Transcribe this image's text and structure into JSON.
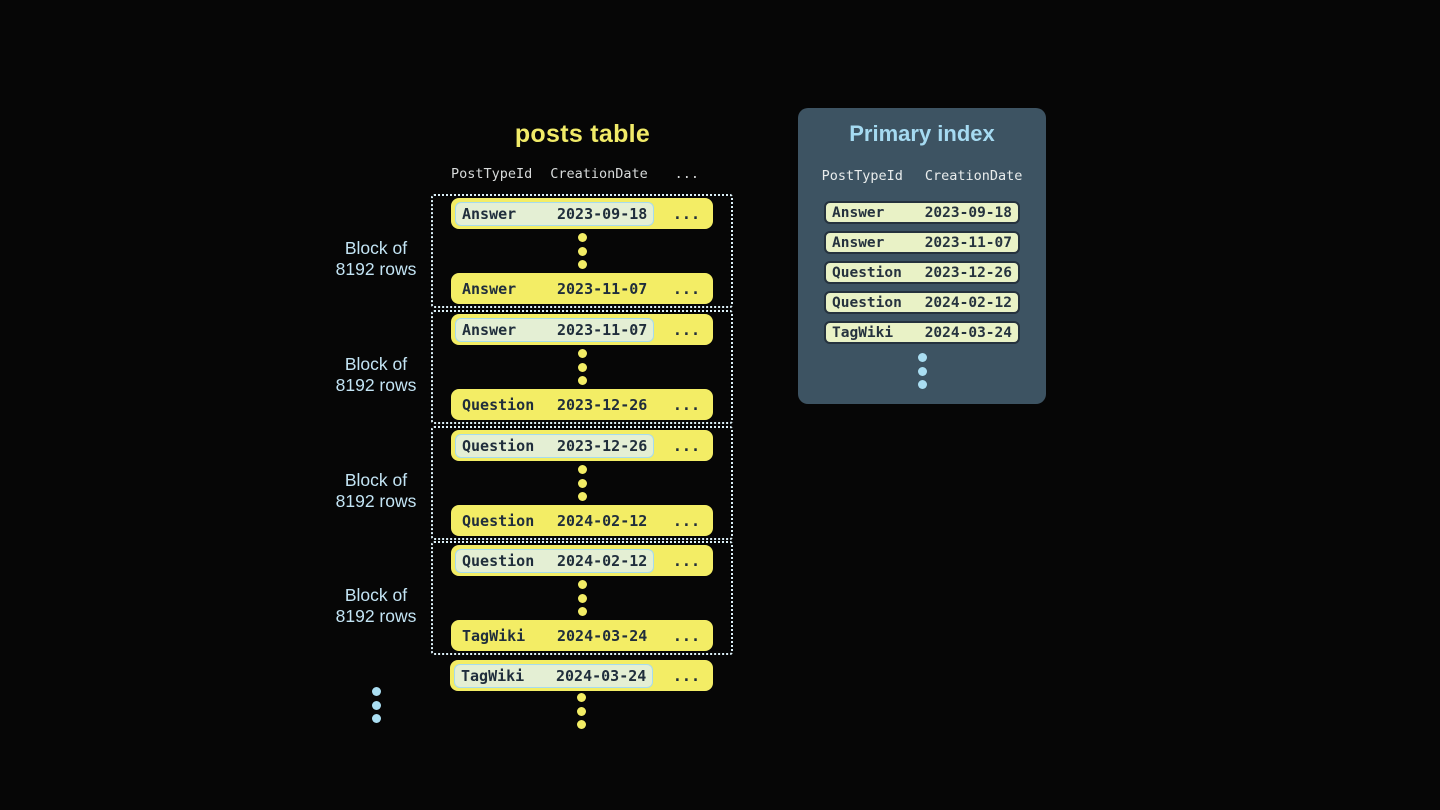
{
  "posts_table": {
    "title": "posts table",
    "columns": {
      "col1": "PostTypeId",
      "col2": "CreationDate",
      "col3": "..."
    },
    "block_label": {
      "line1": "Block of",
      "line2": "8192 rows"
    },
    "blocks": [
      {
        "first": {
          "type": "Answer",
          "date": "2023-09-18",
          "more": "..."
        },
        "last": {
          "type": "Answer",
          "date": "2023-11-07",
          "more": "..."
        }
      },
      {
        "first": {
          "type": "Answer",
          "date": "2023-11-07",
          "more": "..."
        },
        "last": {
          "type": "Question",
          "date": "2023-12-26",
          "more": "..."
        }
      },
      {
        "first": {
          "type": "Question",
          "date": "2023-12-26",
          "more": "..."
        },
        "last": {
          "type": "Question",
          "date": "2024-02-12",
          "more": "..."
        }
      },
      {
        "first": {
          "type": "Question",
          "date": "2024-02-12",
          "more": "..."
        },
        "last": {
          "type": "TagWiki",
          "date": "2024-03-24",
          "more": "..."
        }
      }
    ],
    "overflow_row": {
      "type": "TagWiki",
      "date": "2024-03-24",
      "more": "..."
    }
  },
  "primary_index": {
    "title": "Primary index",
    "columns": {
      "col1": "PostTypeId",
      "col2": "CreationDate"
    },
    "rows": [
      {
        "type": "Answer",
        "date": "2023-09-18"
      },
      {
        "type": "Answer",
        "date": "2023-11-07"
      },
      {
        "type": "Question",
        "date": "2023-12-26"
      },
      {
        "type": "Question",
        "date": "2024-02-12"
      },
      {
        "type": "TagWiki",
        "date": "2024-03-24"
      }
    ]
  },
  "colors": {
    "background": "#060606",
    "row_yellow": "#f3ed65",
    "row_text_dark": "#202e3c",
    "highlight_fill": "#e4efd4",
    "highlight_border": "#a6dbee",
    "block_dotted_border": "#dbeff6",
    "label_blue": "#c3e4f4",
    "header_gray": "#d7dada",
    "panel_bg": "#3d5362",
    "panel_title_blue": "#a5daf1",
    "index_row_fill": "#e9f2c6",
    "index_row_border": "#25323e",
    "dot_blue": "#aadef2"
  }
}
